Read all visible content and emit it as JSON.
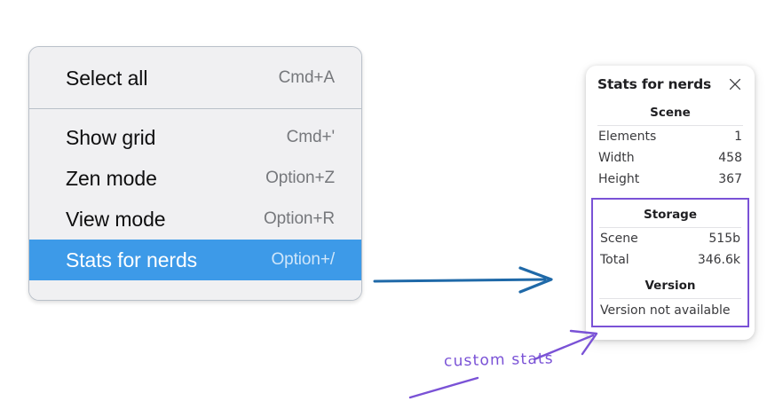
{
  "canvas": {
    "background": "#ffffff",
    "accent_blue": "#3d9ae8",
    "accent_purple": "#7a52d6"
  },
  "context_menu": {
    "groups": [
      {
        "items": [
          {
            "label": "Select all",
            "shortcut": "Cmd+A",
            "selected": false
          }
        ]
      },
      {
        "items": [
          {
            "label": "Show grid",
            "shortcut": "Cmd+'",
            "selected": false
          },
          {
            "label": "Zen mode",
            "shortcut": "Option+Z",
            "selected": false
          },
          {
            "label": "View mode",
            "shortcut": "Option+R",
            "selected": false
          },
          {
            "label": "Stats for nerds",
            "shortcut": "Option+/",
            "selected": true
          }
        ]
      }
    ]
  },
  "stats_panel": {
    "title": "Stats for nerds",
    "close_icon": "close-icon",
    "scene": {
      "heading": "Scene",
      "rows": [
        {
          "label": "Elements",
          "value": "1"
        },
        {
          "label": "Width",
          "value": "458"
        },
        {
          "label": "Height",
          "value": "367"
        }
      ]
    },
    "storage": {
      "heading": "Storage",
      "rows": [
        {
          "label": "Scene",
          "value": "515b"
        },
        {
          "label": "Total",
          "value": "346.6k"
        }
      ]
    },
    "version": {
      "heading": "Version",
      "text": "Version not available"
    }
  },
  "annotations": {
    "blue_arrow": "arrow-right-icon",
    "purple_arrow_upper": "arrow-up-right-icon",
    "purple_arrow_lower": "arrow-up-right-icon",
    "custom_stats_label": "custom stats"
  }
}
